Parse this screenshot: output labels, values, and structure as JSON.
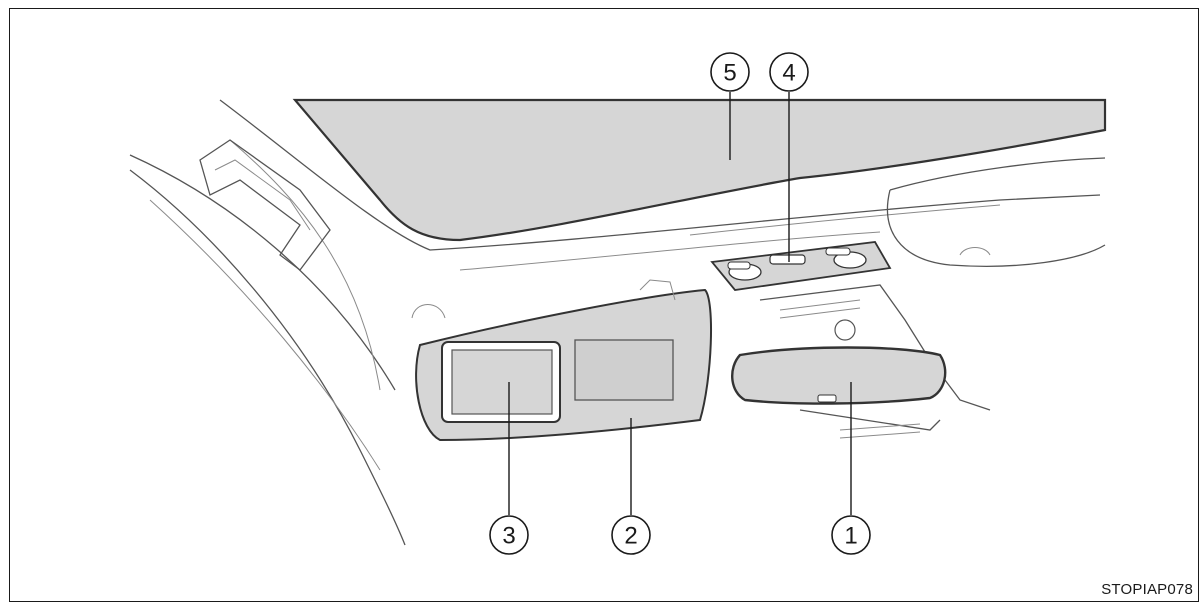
{
  "figure": {
    "code": "STOPIAP078",
    "colors": {
      "frame": "#1a1a1a",
      "line": "#555555",
      "shade": "#d6d6d6",
      "shade_dark": "#cfcfcf",
      "background": "#ffffff"
    }
  },
  "callouts": [
    {
      "id": "5",
      "label": "5",
      "part": "moon-roof"
    },
    {
      "id": "4",
      "label": "4",
      "part": "overhead-console"
    },
    {
      "id": "3",
      "label": "3",
      "part": "vanity-mirror"
    },
    {
      "id": "2",
      "label": "2",
      "part": "sun-visor"
    },
    {
      "id": "1",
      "label": "1",
      "part": "rear-view-mirror"
    }
  ]
}
